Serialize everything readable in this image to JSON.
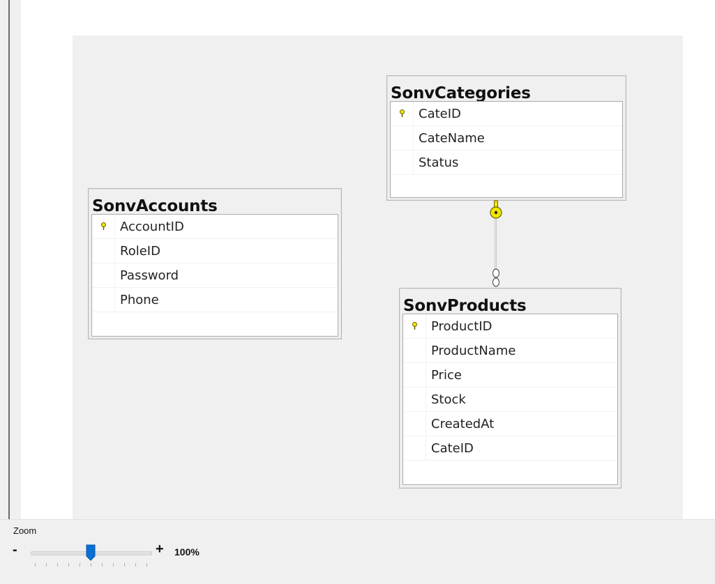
{
  "diagram": {
    "tables": [
      {
        "name": "SonvAccounts",
        "columns": [
          {
            "name": "AccountID",
            "primary_key": true
          },
          {
            "name": "RoleID",
            "primary_key": false
          },
          {
            "name": "Password",
            "primary_key": false
          },
          {
            "name": "Phone",
            "primary_key": false
          }
        ]
      },
      {
        "name": "SonvCategories",
        "columns": [
          {
            "name": "CateID",
            "primary_key": true
          },
          {
            "name": "CateName",
            "primary_key": false
          },
          {
            "name": "Status",
            "primary_key": false
          }
        ]
      },
      {
        "name": "SonvProducts",
        "columns": [
          {
            "name": "ProductID",
            "primary_key": true
          },
          {
            "name": "ProductName",
            "primary_key": false
          },
          {
            "name": "Price",
            "primary_key": false
          },
          {
            "name": "Stock",
            "primary_key": false
          },
          {
            "name": "CreatedAt",
            "primary_key": false
          },
          {
            "name": "CateID",
            "primary_key": false
          }
        ]
      }
    ],
    "relationship": {
      "from": "SonvCategories",
      "to": "SonvProducts",
      "one_side_icon": "key-icon",
      "many_side_icon": "infinity-icon"
    }
  },
  "zoom": {
    "label": "Zoom",
    "minus": "-",
    "plus": "+",
    "value": "100%",
    "level_fraction": 0.47
  },
  "colors": {
    "key_yellow": "#f2e600",
    "slider_thumb": "#0a6fd6"
  }
}
